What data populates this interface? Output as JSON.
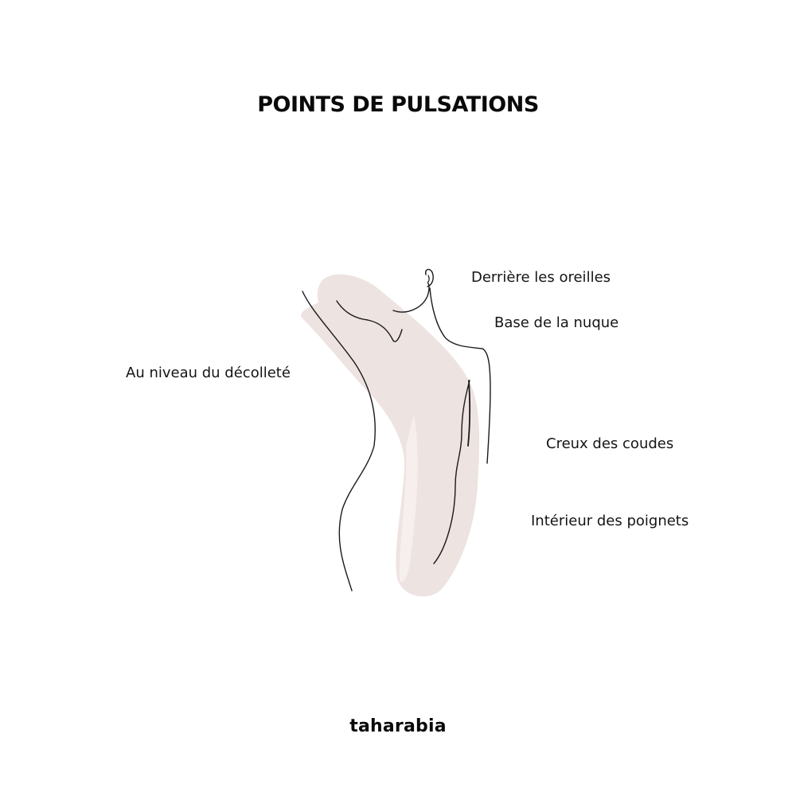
{
  "title": "POINTS DE PULSATIONS",
  "labels": {
    "ears": "Derrière les oreilles",
    "neck": "Base de la nuque",
    "chest": "Au niveau du décolleté",
    "elbows": "Creux des coudes",
    "wrists": "Intérieur des poignets"
  },
  "brand": "taharabia",
  "colors": {
    "highlight": "#ede3e1",
    "line": "#1a1a1a",
    "text": "#151515"
  }
}
